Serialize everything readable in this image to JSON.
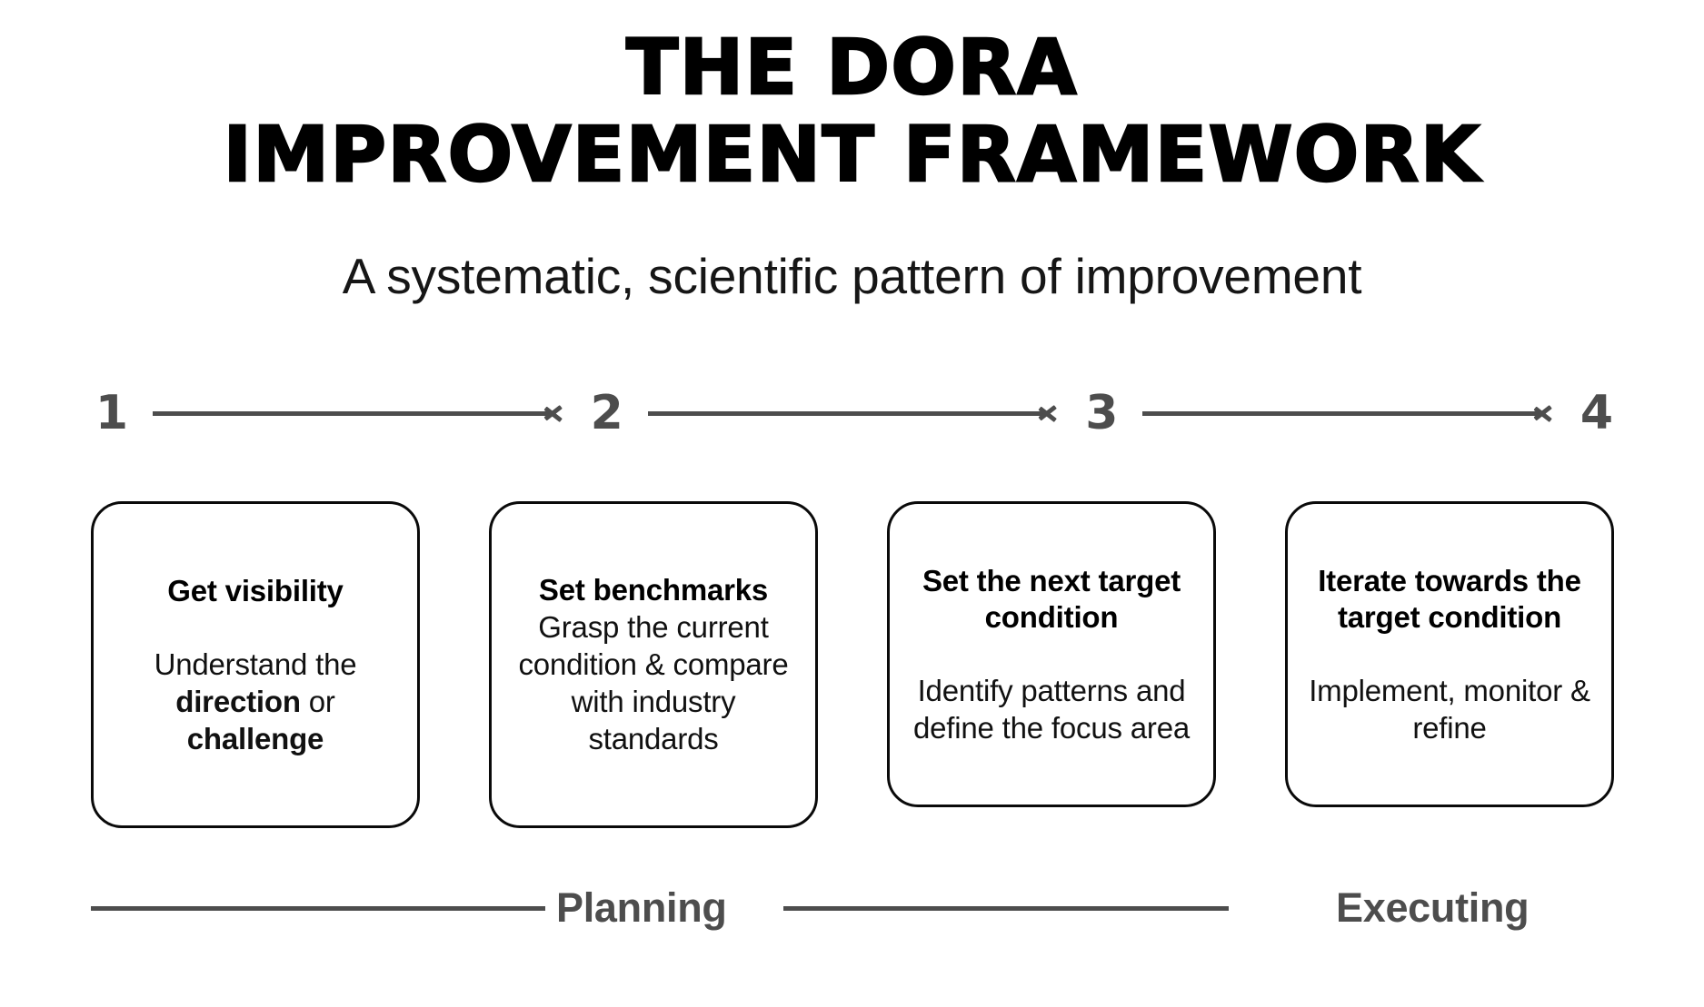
{
  "title": {
    "line1": "THE DORA",
    "line2": "IMPROVEMENT FRAMEWORK"
  },
  "subtitle": "A systematic, scientific pattern of improvement",
  "colors": {
    "text": "#000000",
    "muted_gray": "#4d4d4d",
    "card_border": "#0a0a0a",
    "background": "#ffffff"
  },
  "steps": [
    {
      "number": "1"
    },
    {
      "number": "2"
    },
    {
      "number": "3"
    },
    {
      "number": "4"
    }
  ],
  "cards": [
    {
      "step": "1",
      "title": "Get visibility",
      "body_lines": [
        "Understand the",
        "direction or",
        "challenge"
      ],
      "body_html": "Understand the <b>direction</b> or <b>challenge</b>",
      "spacer_after_title": true
    },
    {
      "step": "2",
      "title": "Set benchmarks",
      "body_lines": [
        "Grasp the",
        "current condition",
        "& compare with",
        "industry",
        "standards"
      ],
      "body_html": "Grasp the current condition &amp; compare with industry standards",
      "spacer_after_title": false
    },
    {
      "step": "3",
      "title": "Set the next target condition",
      "body_lines": [
        "Identify patterns",
        "and define the",
        "focus area"
      ],
      "body_html": "Identify patterns and define the focus area",
      "spacer_after_title": true
    },
    {
      "step": "4",
      "title": "Iterate towards the target condition",
      "body_lines": [
        "Implement,",
        "monitor & refine"
      ],
      "body_html": "Implement, monitor &amp; refine",
      "spacer_after_title": true
    }
  ],
  "phases": {
    "planning_label": "Planning",
    "executing_label": "Executing"
  }
}
